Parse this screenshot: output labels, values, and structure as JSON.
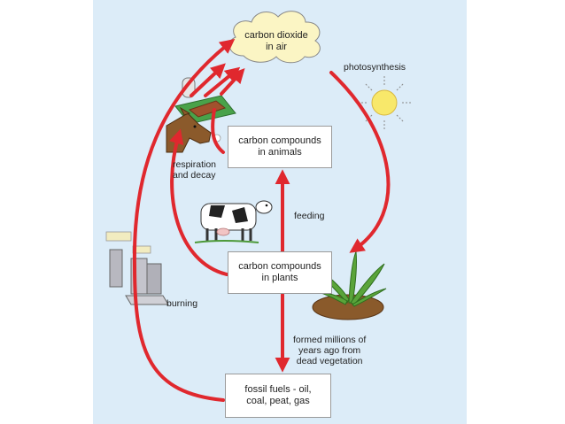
{
  "colors": {
    "background": "#dcecf8",
    "arrow": "#e0282e",
    "box_border": "#9a9a9a",
    "sun": "#f8e86a",
    "plant": "#5aa43a",
    "soil": "#8a5a2b",
    "cloud": "#fbf5c4"
  },
  "nodes": {
    "air": "carbon dioxide\nin air",
    "animals": "carbon compounds\nin animals",
    "plants": "carbon compounds\nin plants",
    "fossil": "fossil fuels - oil,\ncoal, peat, gas"
  },
  "labels": {
    "photosynthesis": "photosynthesis",
    "respiration": "respiration\nand decay",
    "feeding": "feeding",
    "burning": "burning",
    "formed": "formed millions of\nyears ago from\ndead vegetation"
  },
  "icons": {
    "cloud": "cloud-icon",
    "sun": "sun-icon",
    "grave": "grave-icon",
    "horse": "horse-icon",
    "cow": "cow-icon",
    "plant": "plant-icon",
    "factory": "factory-icon"
  }
}
